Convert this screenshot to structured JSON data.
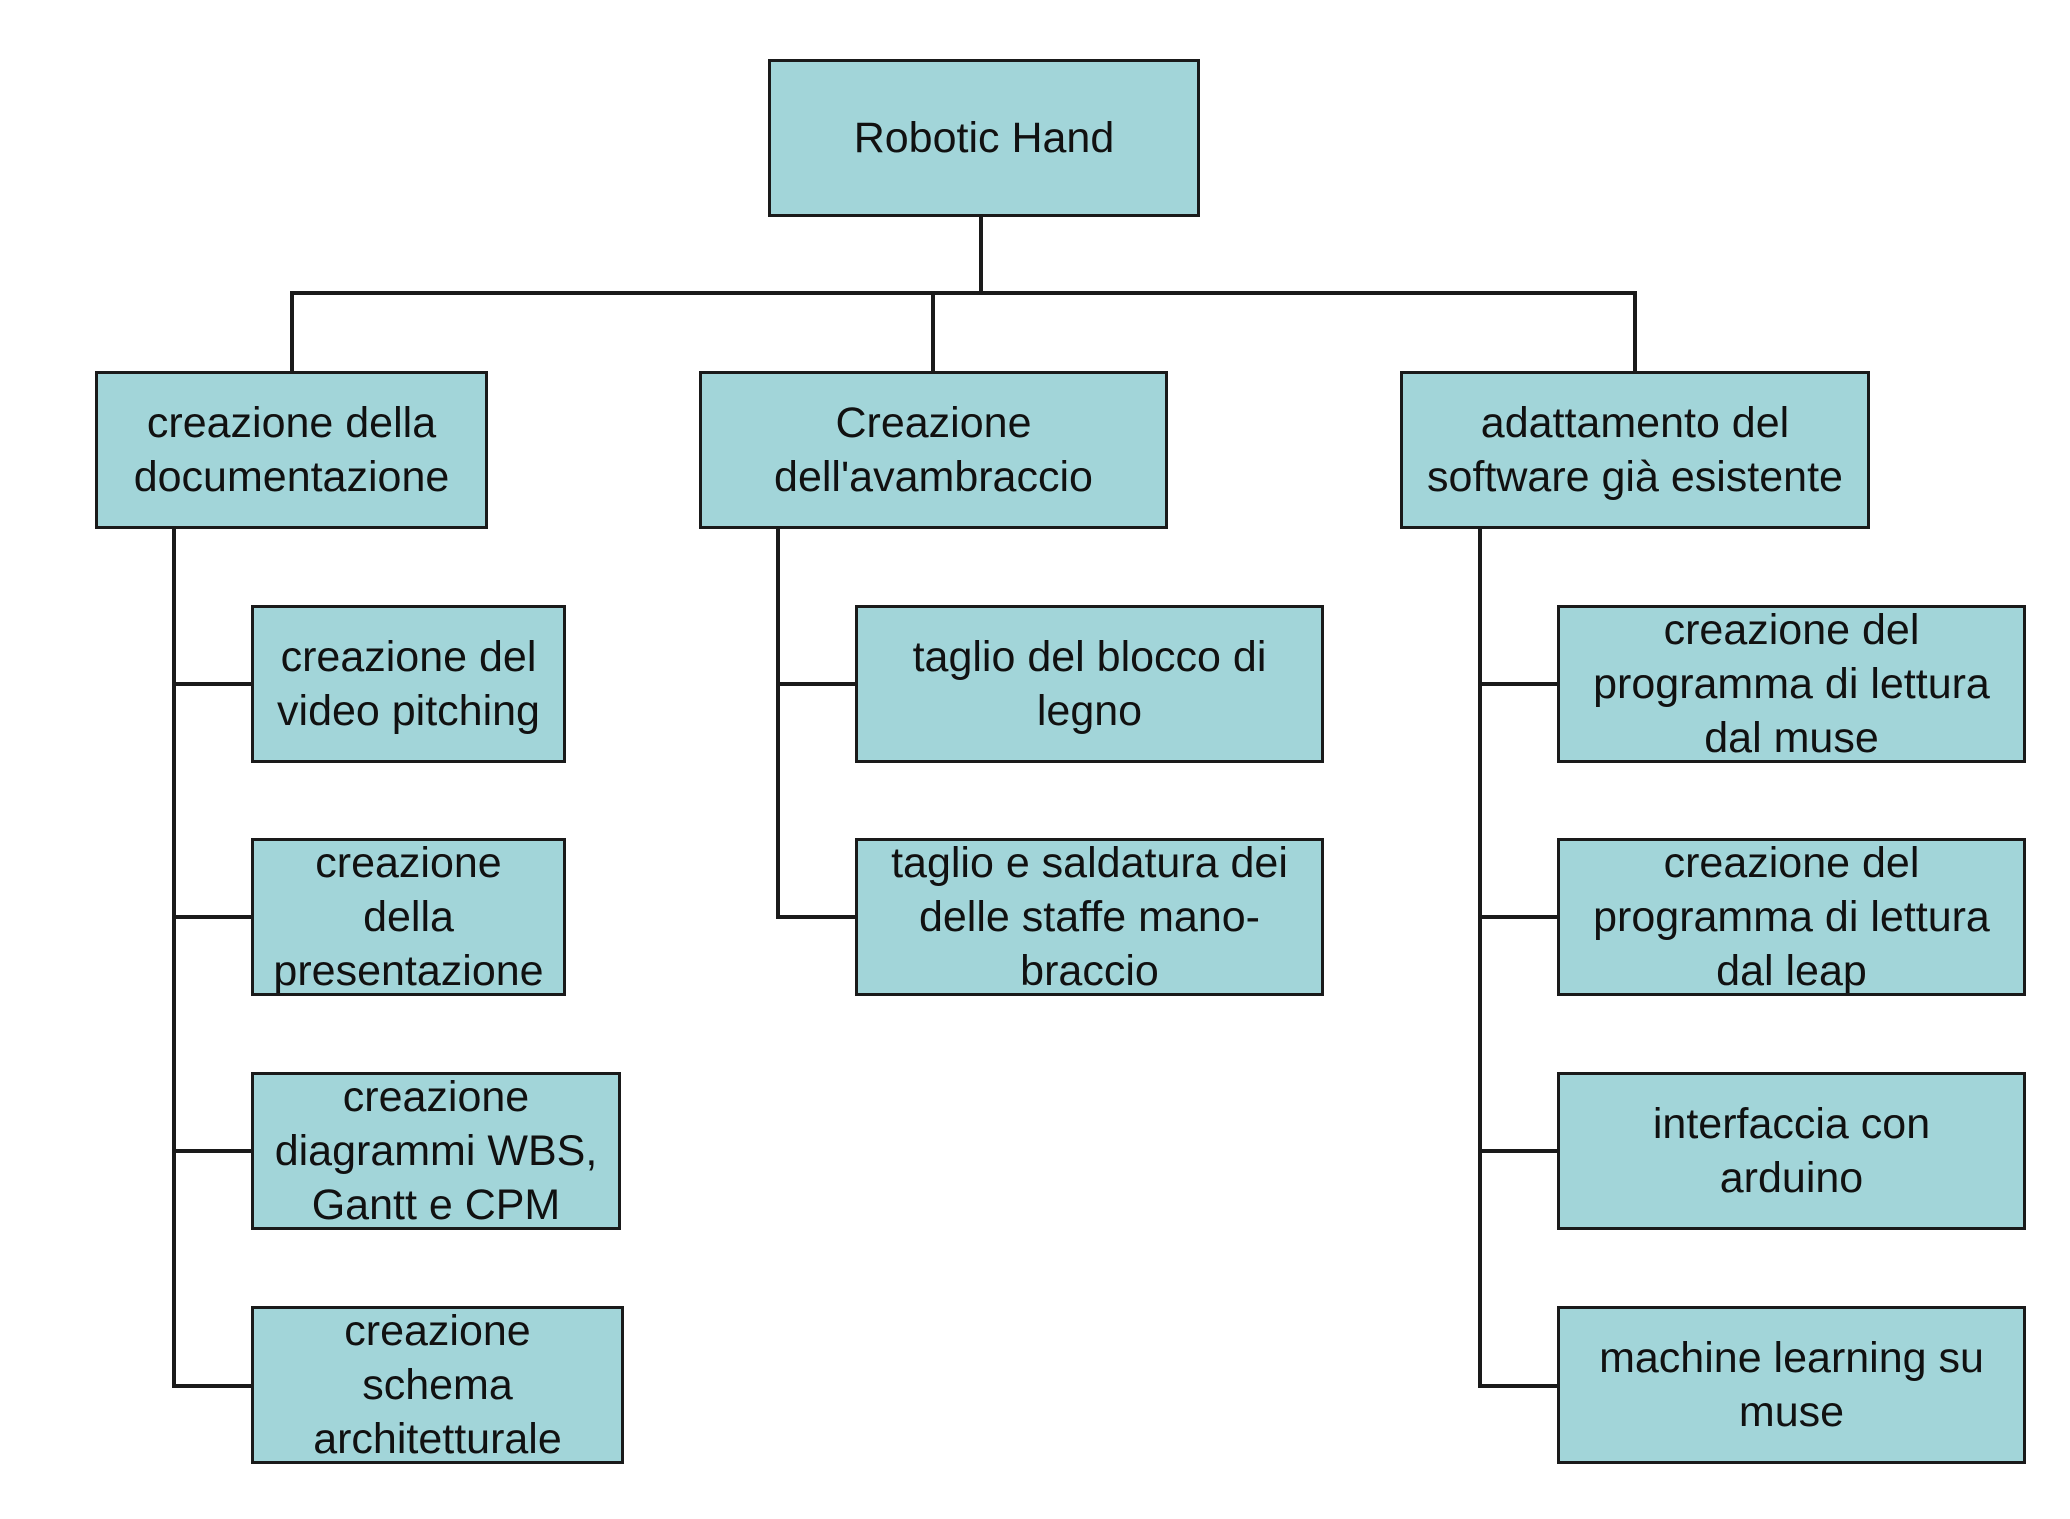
{
  "colors": {
    "box_fill": "#a2d5d9",
    "stroke": "#1a1a1a",
    "text": "#111111"
  },
  "root": {
    "label": "Robotic Hand"
  },
  "branches": [
    {
      "label": "creazione della\ndocumentazione",
      "children": [
        {
          "label": "creazione del\nvideo pitching"
        },
        {
          "label": "creazione\ndella\npresentazione"
        },
        {
          "label": "creazione\ndiagrammi WBS,\nGantt e CPM"
        },
        {
          "label": "creazione\nschema\narchitetturale"
        }
      ]
    },
    {
      "label": "Creazione\ndell'avambraccio",
      "children": [
        {
          "label": "taglio del blocco di\nlegno"
        },
        {
          "label": "taglio e saldatura dei\ndelle staffe mano-\nbraccio"
        }
      ]
    },
    {
      "label": "adattamento del\nsoftware già esistente",
      "children": [
        {
          "label": "creazione del\nprogramma di lettura\ndal muse"
        },
        {
          "label": "creazione del\nprogramma di lettura\ndal leap"
        },
        {
          "label": "interfaccia con\narduino"
        },
        {
          "label": "machine learning su\nmuse"
        }
      ]
    }
  ]
}
